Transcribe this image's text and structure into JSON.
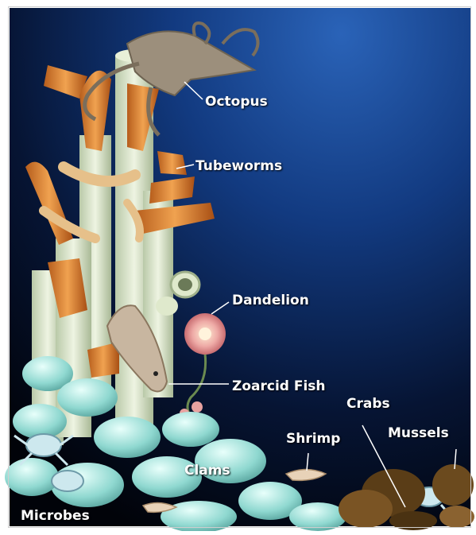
{
  "colors": {
    "ocean_top": "#1d4fa0",
    "ocean_mid": "#0d2a63",
    "ocean_deep": "#02060f",
    "chimney": "#d6e2c6",
    "tubeworm_tube": "#e08a35",
    "tubeworm_plume": "#e6c08a",
    "clam": "#8fd8d0",
    "dandelion": "#e8a2a0",
    "mussel": "#6b4a1e",
    "label_text": "#ffffff",
    "leader_line": "#ffffff"
  },
  "labels": {
    "octopus": "Octopus",
    "tubeworms": "Tubeworms",
    "dandelion": "Dandelion",
    "zoarcid_fish": "Zoarcid Fish",
    "crabs": "Crabs",
    "shrimp": "Shrimp",
    "mussels": "Mussels",
    "clams": "Clams",
    "microbes": "Microbes"
  }
}
